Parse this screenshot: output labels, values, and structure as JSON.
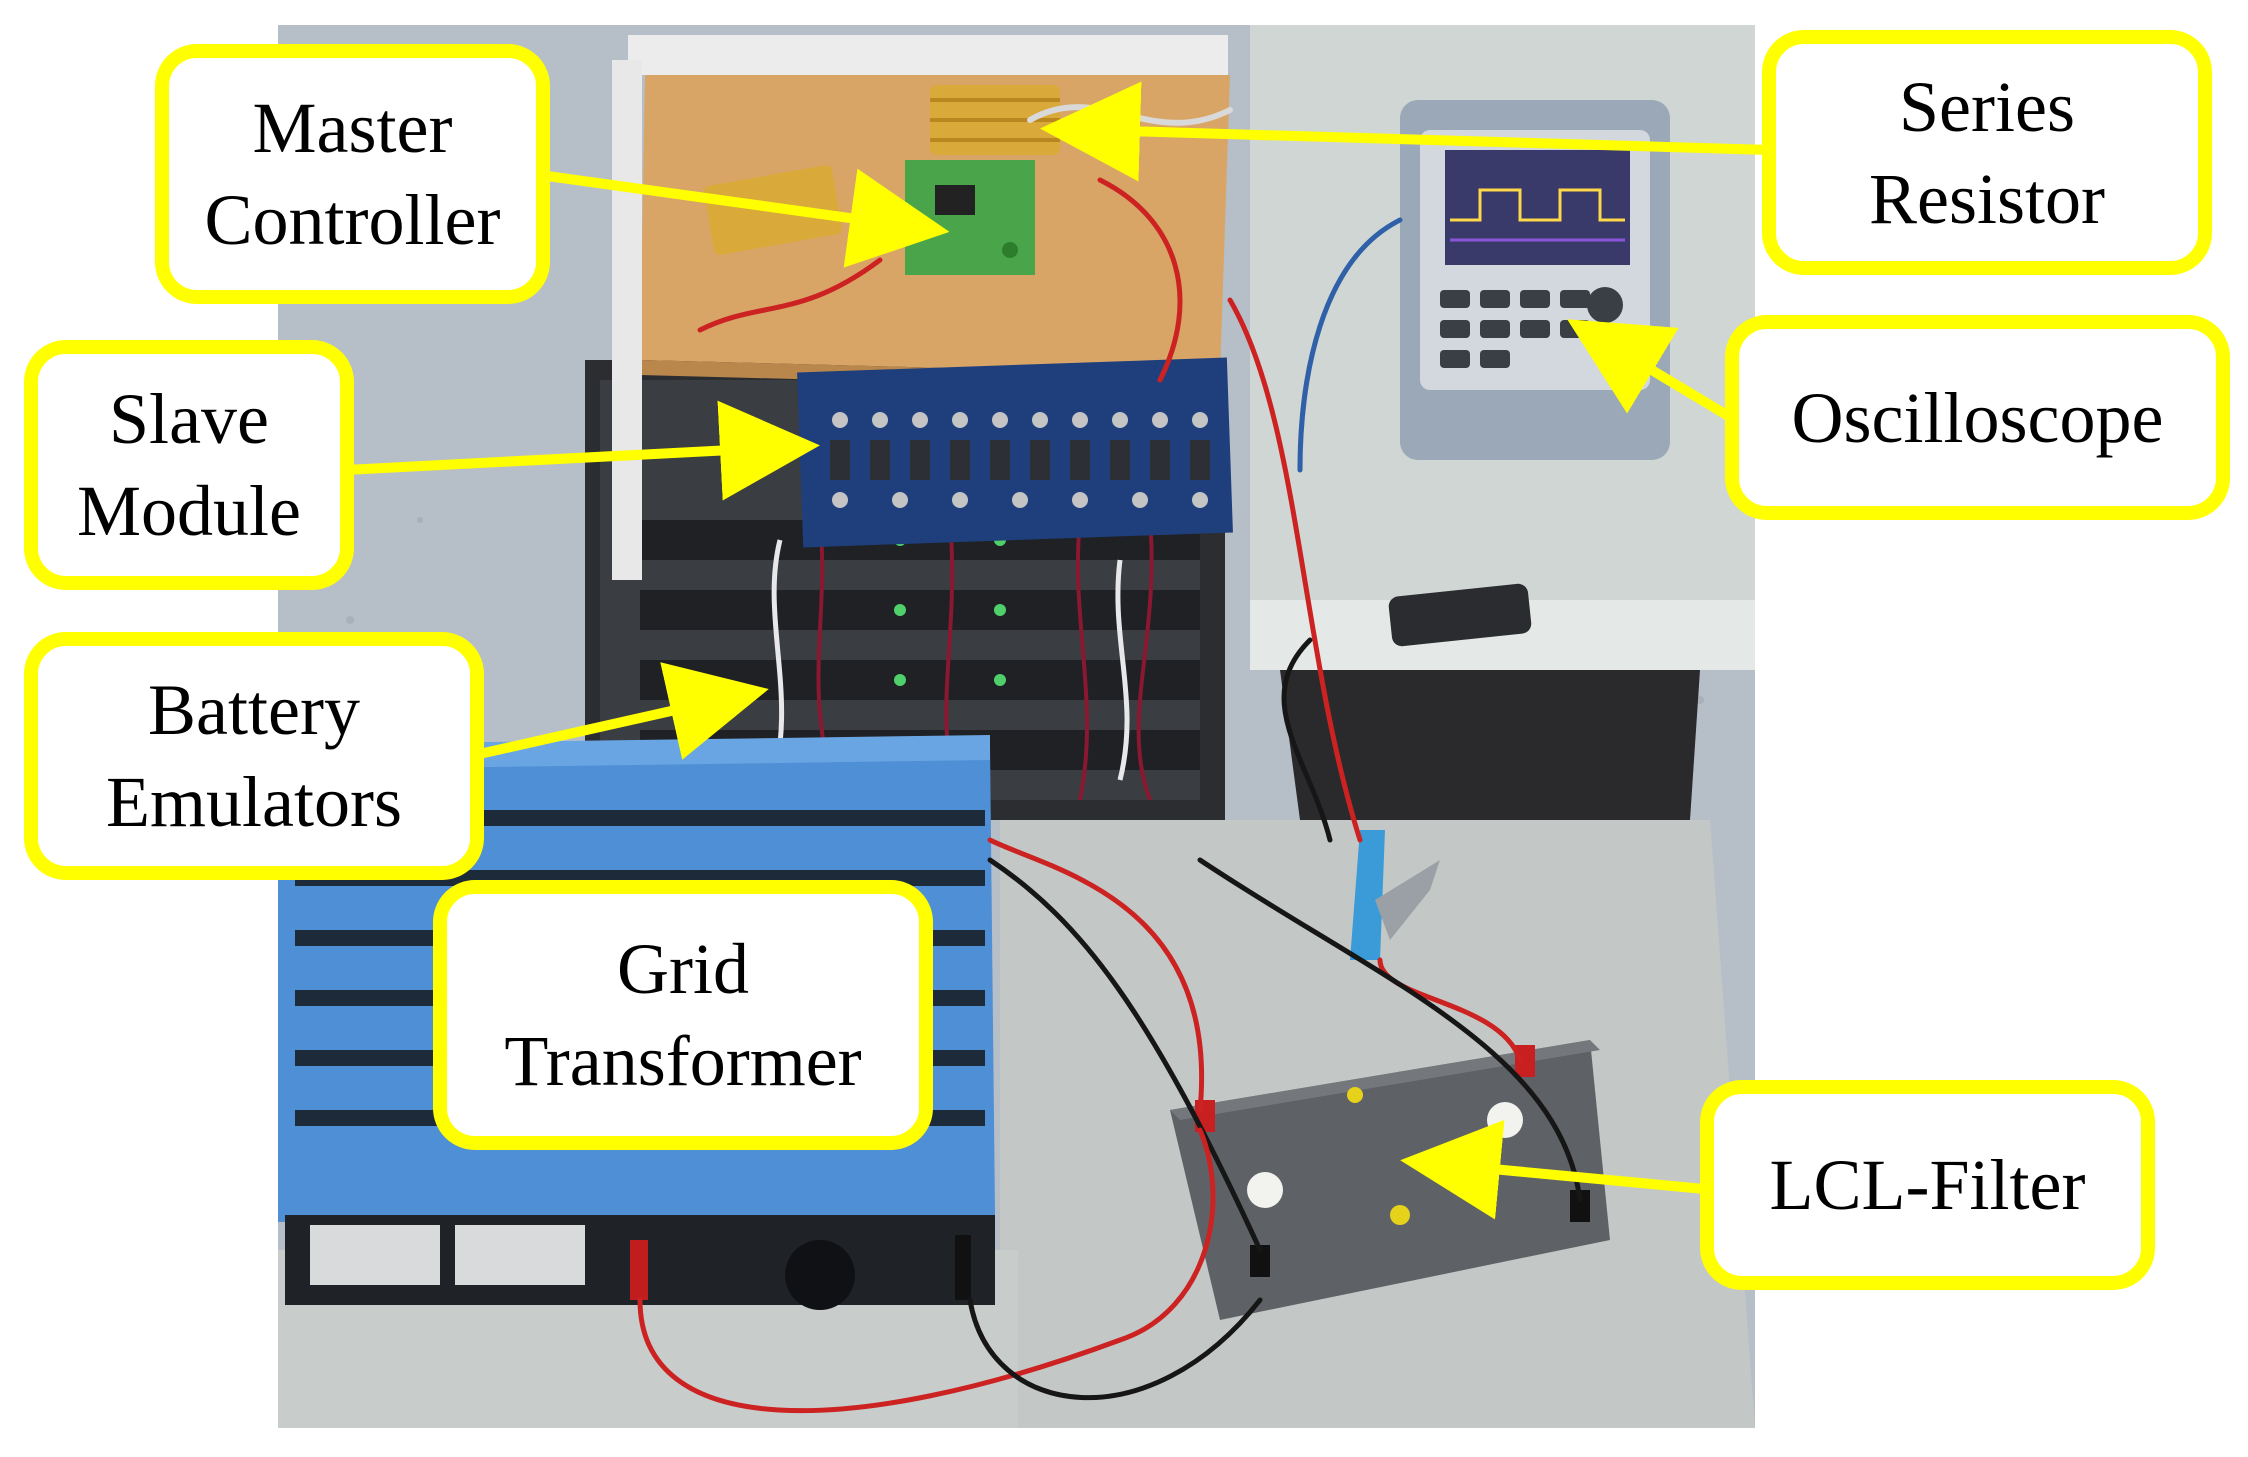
{
  "labels": {
    "master_controller": [
      "Master",
      "Controller"
    ],
    "slave_module": [
      "Slave",
      "Module"
    ],
    "battery_emulators": [
      "Battery",
      "Emulators"
    ],
    "grid_transformer": [
      "Grid",
      "Transformer"
    ],
    "series_resistor": [
      "Series",
      "Resistor"
    ],
    "oscilloscope": [
      "Oscilloscope"
    ],
    "lcl_filter": [
      "LCL-Filter"
    ]
  },
  "colors": {
    "label_border": "#ffff00",
    "arrow": "#ffff00",
    "transformer_case": "#4e8fd6",
    "pcb_board": "#1e3f7a",
    "controller_board": "#3f9a3f",
    "resistor": "#d8a93a",
    "cable_red": "#d42525",
    "cable_black": "#1a1a1a",
    "floor": "#b9c1c9",
    "table": "#c8cccc",
    "plywood": "#d9a66a"
  },
  "icons": {
    "photo": "lab-test-bench-photo",
    "arrow": "callout-arrow"
  }
}
